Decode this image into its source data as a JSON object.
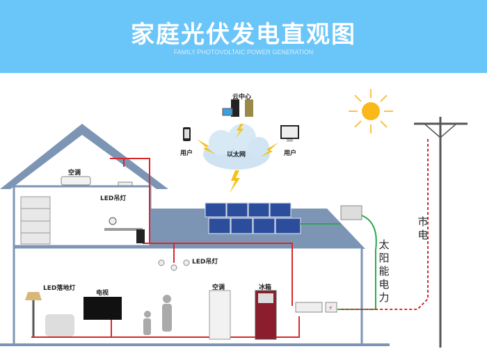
{
  "header": {
    "title": "家庭光伏发电直观图",
    "subtitle": "FAMILY PHOTOVOLTAIC POWER GENERATION"
  },
  "network": {
    "cloud_center": "云中心",
    "ethernet": "以太网",
    "user_left": "用户",
    "user_right": "用户"
  },
  "upstairs": {
    "ac": "空调",
    "led_ceiling": "LED吊灯"
  },
  "downstairs": {
    "led_ceiling": "LED吊灯",
    "led_floor": "LED落地灯",
    "tv": "电视",
    "ac": "空调",
    "fridge": "冰箱"
  },
  "side": {
    "grid_power": "市电",
    "solar_power": "太阳能电力"
  },
  "colors": {
    "header": "#6ac5f8",
    "wire_red": "#d9262a",
    "wire_green": "#2aa84a",
    "roof": "#7d95b4"
  }
}
